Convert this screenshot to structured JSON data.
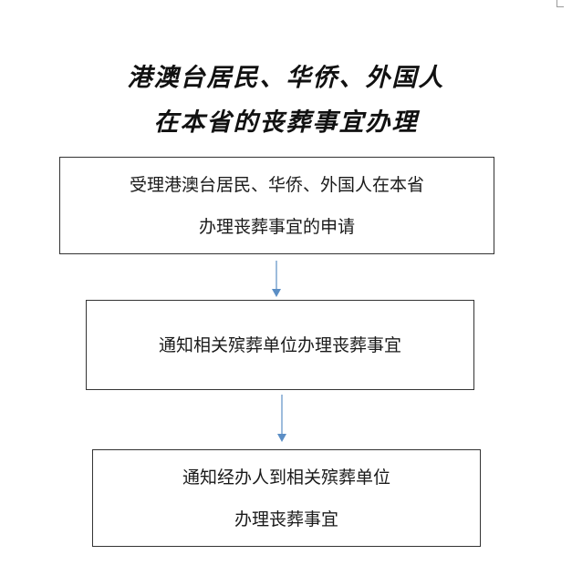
{
  "title": {
    "line1": "港澳台居民、华侨、外国人",
    "line2": "在本省的丧葬事宜办理"
  },
  "flow": {
    "step1": {
      "line1": "受理港澳台居民、华侨、外国人在本省",
      "line2": "办理丧葬事宜的申请"
    },
    "step2": {
      "line1": "通知相关殡葬单位办理丧葬事宜"
    },
    "step3": {
      "line1": "通知经办人到相关殡葬单位",
      "line2": "办理丧葬事宜"
    }
  },
  "colors": {
    "arrow": "#5b8ec5",
    "border": "#333333"
  }
}
